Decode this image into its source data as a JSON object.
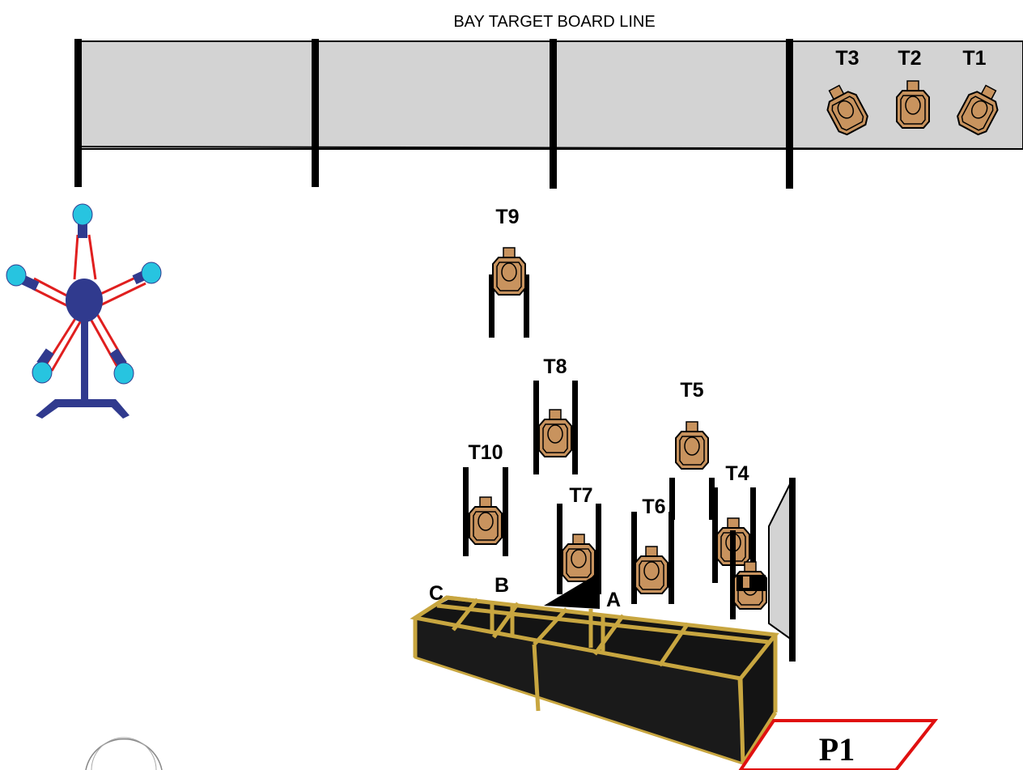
{
  "title": "BAY TARGET BOARD LINE",
  "targets": {
    "t1": "T1",
    "t2": "T2",
    "t3": "T3",
    "t4": "T4",
    "t5": "T5",
    "t6": "T6",
    "t7": "T7",
    "t8": "T8",
    "t9": "T9",
    "t10": "T10"
  },
  "ports": {
    "a": "A",
    "b": "B",
    "c": "C"
  },
  "position": "P1",
  "colors": {
    "board": "#d3d3d3",
    "target": "#c8935e",
    "steel_plate": "#27c4e0",
    "tree": "#303a8e",
    "tree_arm": "#e01f1f",
    "box_frame": "#c8a640",
    "box_panel": "#141414",
    "fault_line": "#e01010"
  }
}
